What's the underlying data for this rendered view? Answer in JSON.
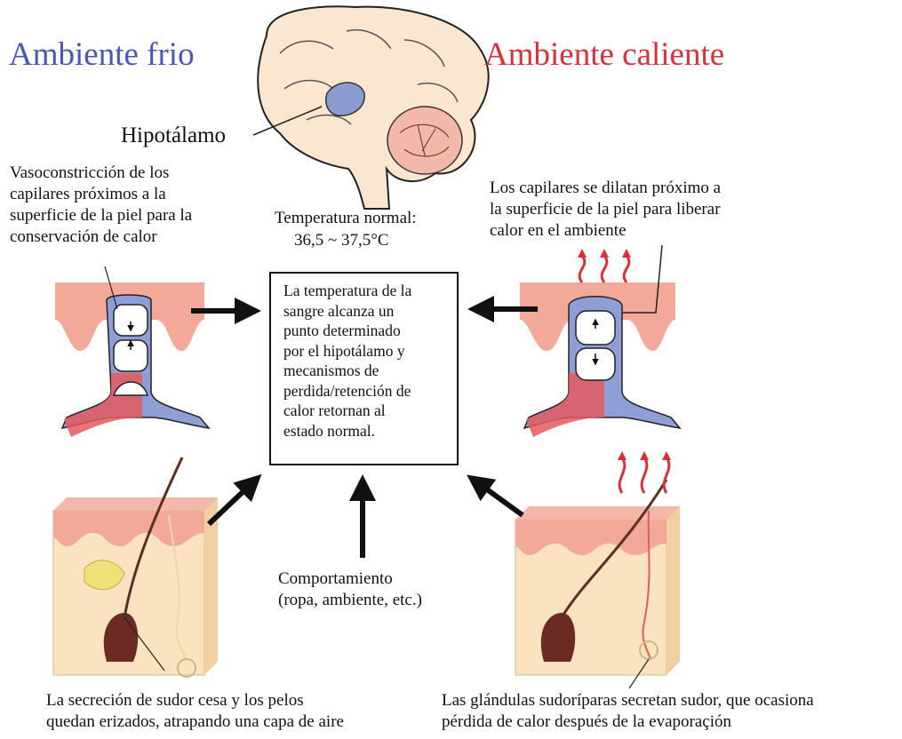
{
  "titles": {
    "cold": "Ambiente frio",
    "hot": "Ambiente caliente"
  },
  "brain": {
    "label": "Hipotálamo"
  },
  "temperature": {
    "label": "Temperatura normal:",
    "range": "36,5 ~ 37,5°C"
  },
  "center_box": {
    "text": "La temperatura de la\nsangre alcanza un\npunto determinado\npor el hipotálamo y\nmecanismos de\nperdida/retención de\ncalor retornan al\nestado normal."
  },
  "cold_capillaries": {
    "text": "Vasoconstricción de los\ncapilares próximos a la\nsuperficie de la piel para la\nconservación de calor"
  },
  "hot_capillaries": {
    "text": "Los capilares se dilatan próximo a\nla superficie de la piel para liberar\ncalor en el ambiente"
  },
  "behavior": {
    "text": "Comportamiento\n(ropa, ambiente, etc.)"
  },
  "cold_sweat": {
    "text": "La secreción de sudor cesa y los pelos\nquedan erizados, atrapando una capa de aire"
  },
  "hot_sweat": {
    "text": "Las glándulas sudoríparas secretan sudor, que ocasiona\npérdida de calor después de la evaporaçión"
  },
  "colors": {
    "cold": "#4a56b8",
    "hot": "#d9303a",
    "skin": "#f2a99a",
    "vein": "#8f9fd6",
    "artery": "#e45a5f",
    "tissue": "#fbe3bf"
  }
}
